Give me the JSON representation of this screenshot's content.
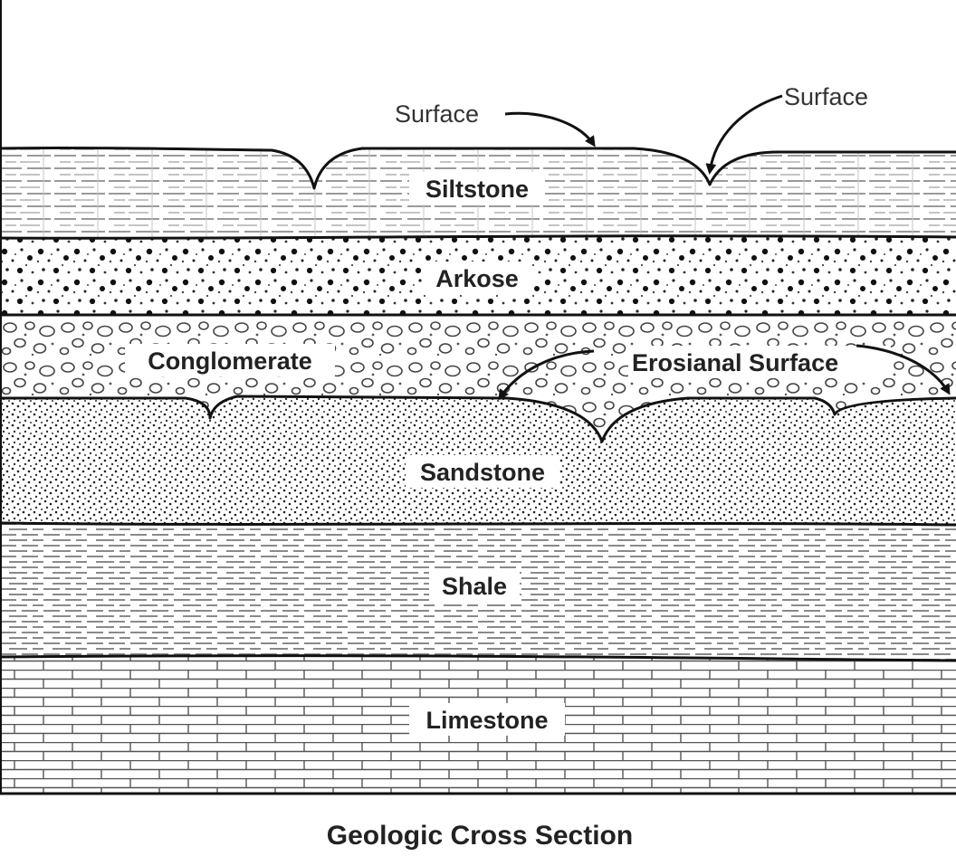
{
  "title": "Geologic Cross Section",
  "layers": [
    {
      "name": "Siltstone",
      "pattern": "siltstone"
    },
    {
      "name": "Arkose",
      "pattern": "arkose"
    },
    {
      "name": "Conglomerate",
      "pattern": "conglomerate"
    },
    {
      "name": "Sandstone",
      "pattern": "sandstone"
    },
    {
      "name": "Shale",
      "pattern": "shale"
    },
    {
      "name": "Limestone",
      "pattern": "limestone"
    }
  ],
  "annotations": {
    "surface_left": "Surface",
    "surface_right": "Surface",
    "erosional_surface": "Erosianal Surface"
  },
  "colors": {
    "line": "#111111",
    "pattern_gray": "#8c8c8c",
    "background": "#ffffff"
  }
}
